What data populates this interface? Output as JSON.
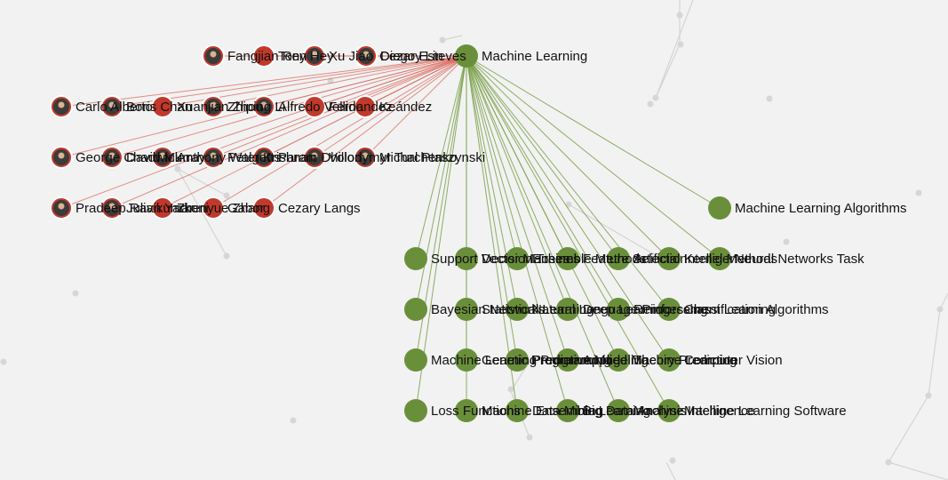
{
  "colors": {
    "background": "#f2f2f2",
    "topic": "#6a8f3a",
    "person": "#c0392b",
    "topic_edge": "#7aa04a",
    "person_edge": "#d96a5e",
    "bg_edge": "#d4d4d4",
    "bg_node": "#d6d6d6"
  },
  "graph": {
    "center": {
      "label": "Machine Learning"
    },
    "people": [
      {
        "label": "Fangjian Ren",
        "avatar": true
      },
      {
        "label": "Tony Hey",
        "avatar": false
      },
      {
        "label": "Xu Jiao",
        "avatar": true
      },
      {
        "label": "Cezary Lin",
        "avatar": false
      },
      {
        "label": "Diego Esteves",
        "avatar": true
      },
      {
        "label": "Carlo Alberto",
        "avatar": true
      },
      {
        "label": "Boris Chan",
        "avatar": true
      },
      {
        "label": "Xuanjian Zhou",
        "avatar": false
      },
      {
        "label": "Zhiping Li",
        "avatar": true
      },
      {
        "label": "Alfredo Vellido",
        "avatar": true
      },
      {
        "label": "Fernandez",
        "avatar": false
      },
      {
        "label": "Keández",
        "avatar": false
      },
      {
        "label": "George Chadwick",
        "avatar": true
      },
      {
        "label": "David Murray",
        "avatar": true
      },
      {
        "label": "Anthony Walgetts",
        "avatar": true
      },
      {
        "label": "Peter Krishnan",
        "avatar": true
      },
      {
        "label": "Param Dhillon",
        "avatar": true
      },
      {
        "label": "Volodymyr Turchenko",
        "avatar": true
      },
      {
        "label": "Michal Ptaszynski",
        "avatar": true
      },
      {
        "label": "Pradeep Ravikumar",
        "avatar": true
      },
      {
        "label": "Julian Yarkoni",
        "avatar": true
      },
      {
        "label": "Zhenyue Zhang",
        "avatar": false
      },
      {
        "label": "Gabor",
        "avatar": false
      },
      {
        "label": "Cezary Langs",
        "avatar": false
      }
    ],
    "topics": [
      {
        "label": "Machine Learning Algorithms"
      },
      {
        "label": "Support Vector Machines"
      },
      {
        "label": "Decision Trees"
      },
      {
        "label": "Ensemble Methods"
      },
      {
        "label": "Feature Selection"
      },
      {
        "label": "Artificial Intelligence"
      },
      {
        "label": "Kernel Methods"
      },
      {
        "label": "Neural Networks Task"
      },
      {
        "label": "Bayesian Networks"
      },
      {
        "label": "Statistical Learning"
      },
      {
        "label": "Natural Language Processing"
      },
      {
        "label": "Deep Learning"
      },
      {
        "label": "Reinforcement Learning"
      },
      {
        "label": "Classification Algorithms"
      },
      {
        "label": "Machine Learning Programming"
      },
      {
        "label": "Genetic Programming"
      },
      {
        "label": "Predictive Modeling"
      },
      {
        "label": "Applied Machine Learning"
      },
      {
        "label": "Theory Prediction"
      },
      {
        "label": "Computer Vision"
      },
      {
        "label": "Loss Functions"
      },
      {
        "label": "Machine Ensemble Learning"
      },
      {
        "label": "Data Mining"
      },
      {
        "label": "Big Data Analysis"
      },
      {
        "label": "Machine Intelligence"
      },
      {
        "label": "Machine Learning Software"
      }
    ]
  }
}
